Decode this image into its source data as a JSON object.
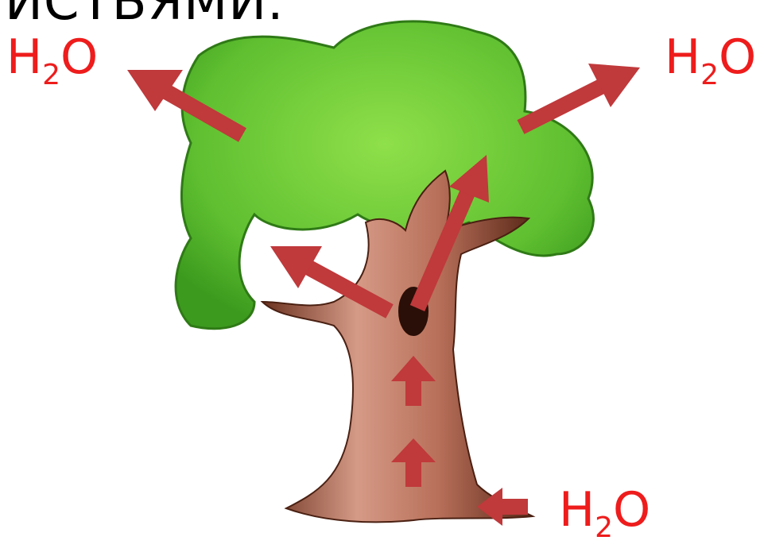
{
  "heading_fragment": "ИСТЬЯМИ.",
  "labels": {
    "left": {
      "main": "H",
      "sub": "2",
      "tail": "O"
    },
    "right": {
      "main": "H",
      "sub": "2",
      "tail": "O"
    },
    "root": {
      "main": "H",
      "sub": "2",
      "tail": "O"
    }
  },
  "colors": {
    "label": "#ee1c1c",
    "arrow": "#c0393b",
    "foliage_light": "#8fe04a",
    "foliage_dark": "#3c9a1e",
    "trunk_light": "#d59a86",
    "trunk_dark": "#6b3220"
  }
}
